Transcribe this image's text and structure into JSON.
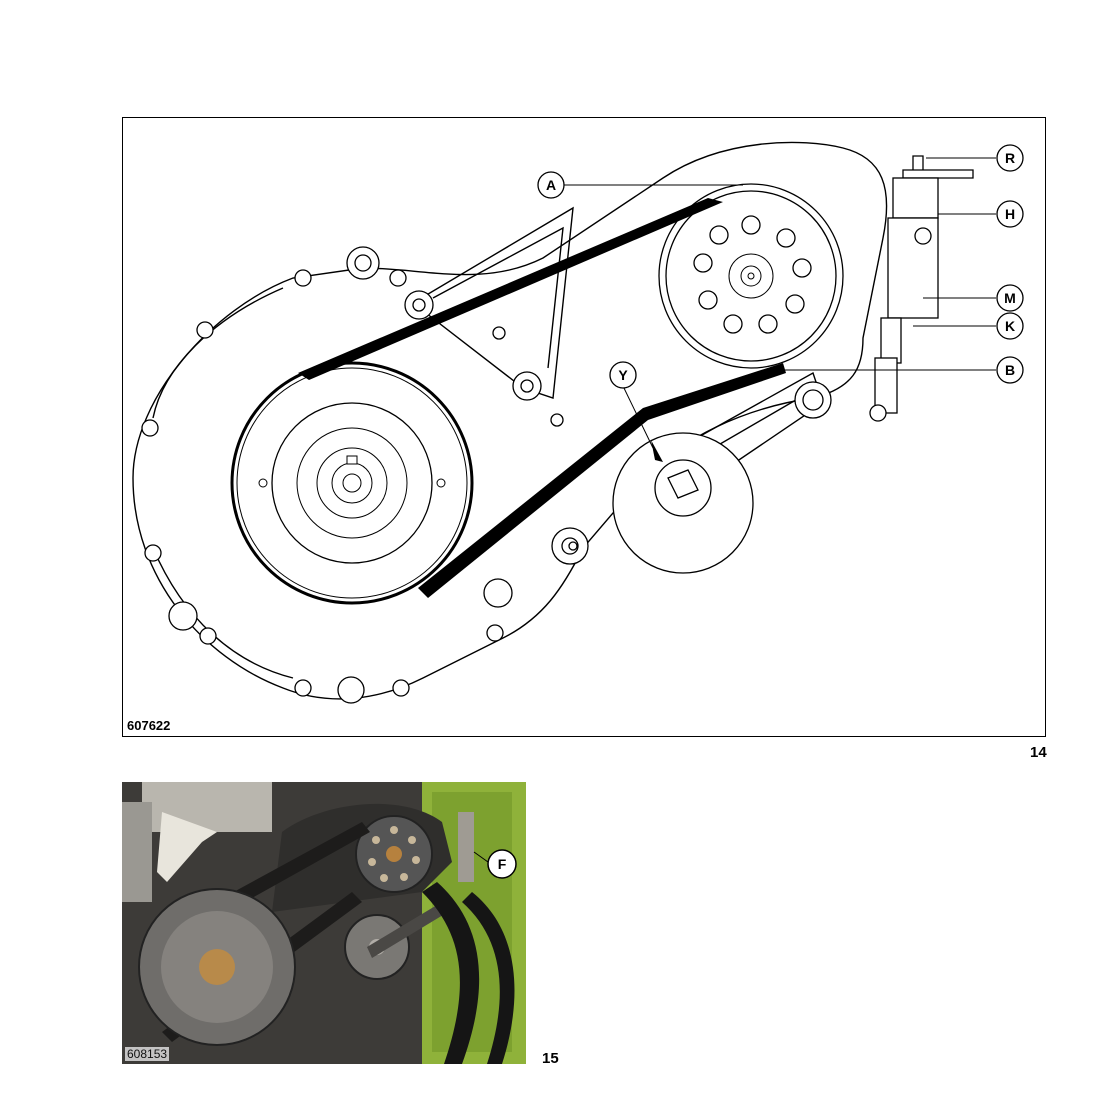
{
  "figure14": {
    "image_code": "607622",
    "figure_number": "14",
    "callouts": {
      "A": "A",
      "R": "R",
      "H": "H",
      "M": "M",
      "K": "K",
      "B": "B",
      "Y": "Y"
    }
  },
  "figure15": {
    "image_code": "608153",
    "figure_number": "15",
    "callouts": {
      "F": "F"
    }
  }
}
